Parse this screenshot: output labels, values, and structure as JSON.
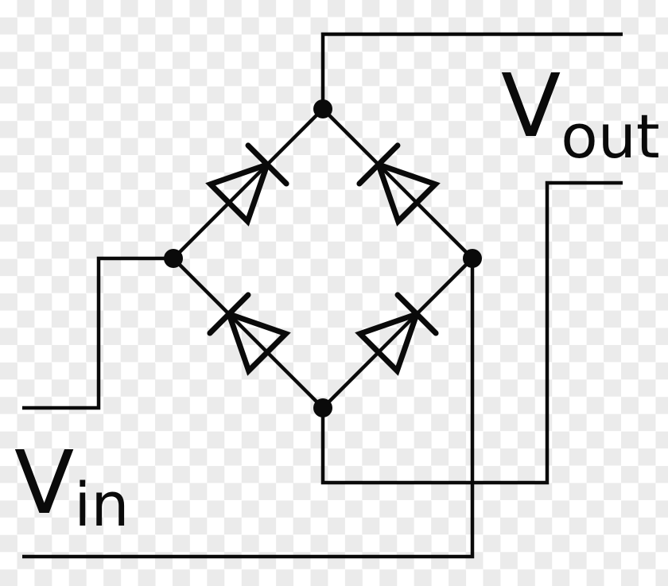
{
  "colors": {
    "line": "#0a0a0a",
    "checker_light": "#ffffff",
    "checker_dark": "#ebebeb"
  },
  "labels": {
    "vin": {
      "main": "V",
      "sub": "in"
    },
    "vout": {
      "main": "V",
      "sub": "out"
    }
  }
}
